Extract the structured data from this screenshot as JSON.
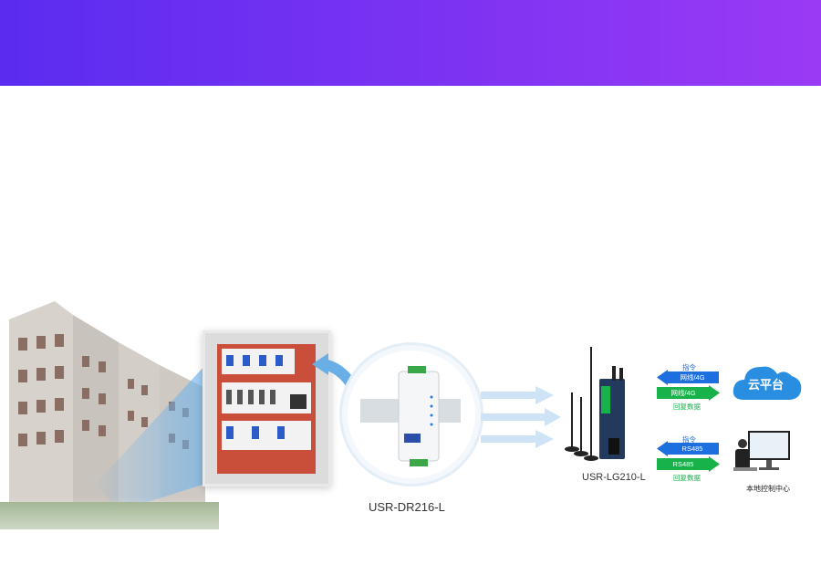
{
  "devices": {
    "dtu_label": "USR-DR216-L",
    "gateway_label": "USR-LG210-L"
  },
  "cloud": {
    "label": "云平台"
  },
  "cloud_link": {
    "command_label": "指令",
    "down_channel": "网线/4G",
    "up_channel": "网线/4G",
    "reply_label": "回复数据"
  },
  "local_link": {
    "command_label": "指令",
    "down_channel": "RS485",
    "up_channel": "RS485",
    "reply_label": "回复数据"
  },
  "local_center": {
    "label": "本地控制中心"
  },
  "colors": {
    "banner_start": "#5a2cf0",
    "banner_end": "#9a3af5",
    "arrow_blue": "#1d6fe0",
    "arrow_green": "#17b24a",
    "cloud": "#2a8ee0"
  }
}
